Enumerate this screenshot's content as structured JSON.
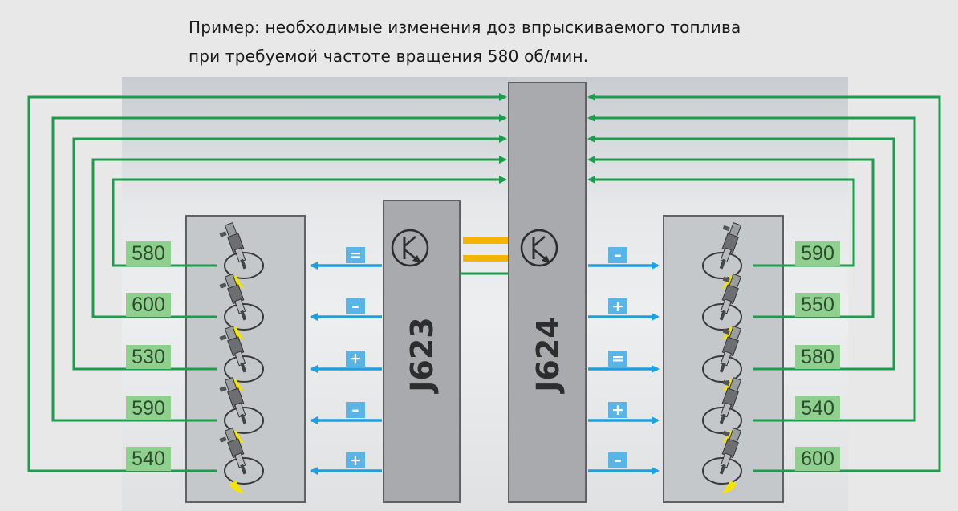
{
  "caption": {
    "line1": "Пример: необходимые изменения доз впрыскиваемого топлива",
    "line2": "при требуемой частоте вращения 580 об/мин."
  },
  "units": {
    "left": "J623",
    "right": "J624"
  },
  "left_cylinders": [
    {
      "value": "580",
      "sign": "="
    },
    {
      "value": "600",
      "sign": "–"
    },
    {
      "value": "530",
      "sign": "+"
    },
    {
      "value": "590",
      "sign": "–"
    },
    {
      "value": "540",
      "sign": "+"
    }
  ],
  "right_cylinders": [
    {
      "value": "590",
      "sign": "–"
    },
    {
      "value": "550",
      "sign": "+"
    },
    {
      "value": "580",
      "sign": "="
    },
    {
      "value": "540",
      "sign": "+"
    },
    {
      "value": "600",
      "sign": "–"
    }
  ],
  "colors": {
    "feedback_line": "#1a9e4b",
    "command_arrow": "#1ea0e0",
    "link_bar": "#f4b400",
    "value_bg": "#8fd08e",
    "sign_bg": "#5ab4e6",
    "fuel_spray": "#f5e400"
  },
  "icons": [
    "transistor-icon",
    "injector-icon"
  ]
}
